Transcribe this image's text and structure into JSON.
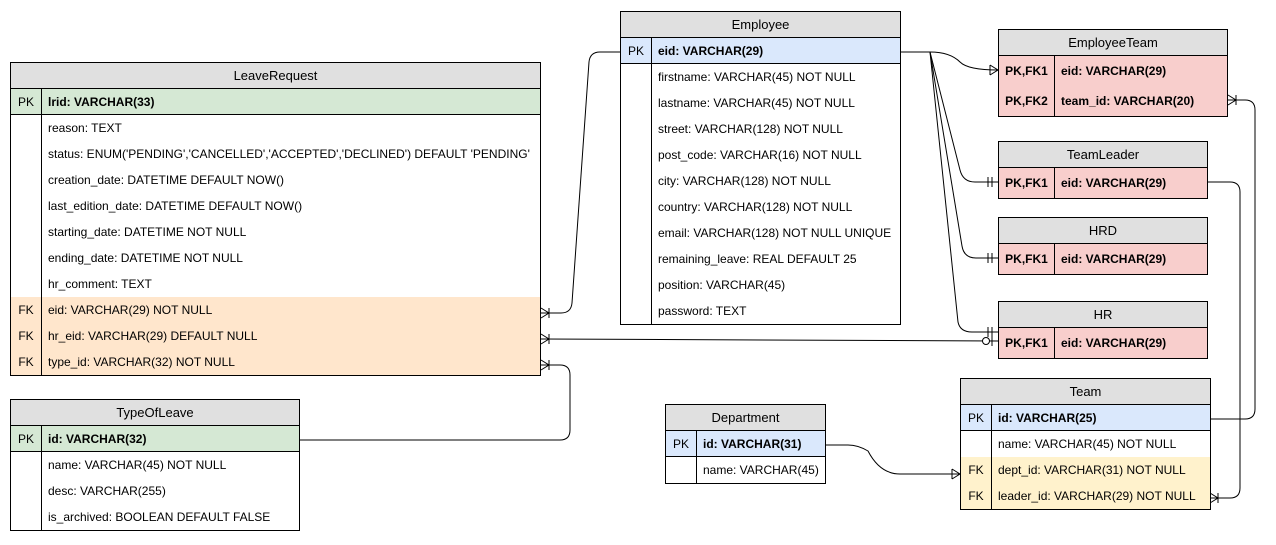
{
  "colors": {
    "pk_green": "#d5e8d4",
    "pk_blue": "#dae8fc",
    "fk_orange": "#ffe6cc",
    "fk_yellow": "#fff2cc",
    "pk_red": "#f8cecc",
    "header_gray": "#e0e0e0"
  },
  "tables": {
    "leaverequest": {
      "name": "LeaveRequest",
      "pk": {
        "key": "PK",
        "field": "lrid: VARCHAR(33)"
      },
      "rows": [
        {
          "key": "",
          "field": "reason: TEXT"
        },
        {
          "key": "",
          "field": "status: ENUM('PENDING','CANCELLED','ACCEPTED','DECLINED') DEFAULT 'PENDING'"
        },
        {
          "key": "",
          "field": "creation_date: DATETIME DEFAULT NOW()"
        },
        {
          "key": "",
          "field": "last_edition_date: DATETIME DEFAULT NOW()"
        },
        {
          "key": "",
          "field": "starting_date: DATETIME NOT NULL"
        },
        {
          "key": "",
          "field": "ending_date: DATETIME NOT NULL"
        },
        {
          "key": "",
          "field": "hr_comment: TEXT"
        },
        {
          "key": "FK",
          "field": "eid: VARCHAR(29) NOT NULL"
        },
        {
          "key": "FK",
          "field": "hr_eid: VARCHAR(29) DEFAULT NULL"
        },
        {
          "key": "FK",
          "field": "type_id: VARCHAR(32) NOT NULL"
        }
      ]
    },
    "typeofleave": {
      "name": "TypeOfLeave",
      "pk": {
        "key": "PK",
        "field": "id: VARCHAR(32)"
      },
      "rows": [
        {
          "key": "",
          "field": "name: VARCHAR(45) NOT NULL"
        },
        {
          "key": "",
          "field": "desc: VARCHAR(255)"
        },
        {
          "key": "",
          "field": "is_archived: BOOLEAN DEFAULT FALSE"
        }
      ]
    },
    "employee": {
      "name": "Employee",
      "pk": {
        "key": "PK",
        "field": "eid: VARCHAR(29)"
      },
      "rows": [
        {
          "key": "",
          "field": "firstname: VARCHAR(45) NOT NULL"
        },
        {
          "key": "",
          "field": "lastname: VARCHAR(45) NOT NULL"
        },
        {
          "key": "",
          "field": "street: VARCHAR(128) NOT NULL"
        },
        {
          "key": "",
          "field": "post_code: VARCHAR(16) NOT NULL"
        },
        {
          "key": "",
          "field": "city: VARCHAR(128) NOT NULL"
        },
        {
          "key": "",
          "field": "country: VARCHAR(128) NOT NULL"
        },
        {
          "key": "",
          "field": "email: VARCHAR(128) NOT NULL UNIQUE"
        },
        {
          "key": "",
          "field": "remaining_leave: REAL DEFAULT 25"
        },
        {
          "key": "",
          "field": "position: VARCHAR(45)"
        },
        {
          "key": "",
          "field": "password: TEXT"
        }
      ]
    },
    "department": {
      "name": "Department",
      "pk": {
        "key": "PK",
        "field": "id: VARCHAR(31)"
      },
      "rows": [
        {
          "key": "",
          "field": "name: VARCHAR(45)"
        }
      ]
    },
    "employeeteam": {
      "name": "EmployeeTeam",
      "rows": [
        {
          "key": "PK,FK1",
          "field": "eid: VARCHAR(29)"
        },
        {
          "key": "PK,FK2",
          "field": "team_id: VARCHAR(20)"
        }
      ]
    },
    "teamleader": {
      "name": "TeamLeader",
      "rows": [
        {
          "key": "PK,FK1",
          "field": "eid: VARCHAR(29)"
        }
      ]
    },
    "hrd": {
      "name": "HRD",
      "rows": [
        {
          "key": "PK,FK1",
          "field": "eid: VARCHAR(29)"
        }
      ]
    },
    "hr": {
      "name": "HR",
      "rows": [
        {
          "key": "PK,FK1",
          "field": "eid: VARCHAR(29)"
        }
      ]
    },
    "team": {
      "name": "Team",
      "pk": {
        "key": "PK",
        "field": "id: VARCHAR(25)"
      },
      "rows": [
        {
          "key": "",
          "field": "name: VARCHAR(45) NOT NULL"
        },
        {
          "key": "FK",
          "field": "dept_id: VARCHAR(31) NOT NULL"
        },
        {
          "key": "FK",
          "field": "leader_id: VARCHAR(29) NOT NULL"
        }
      ]
    }
  }
}
